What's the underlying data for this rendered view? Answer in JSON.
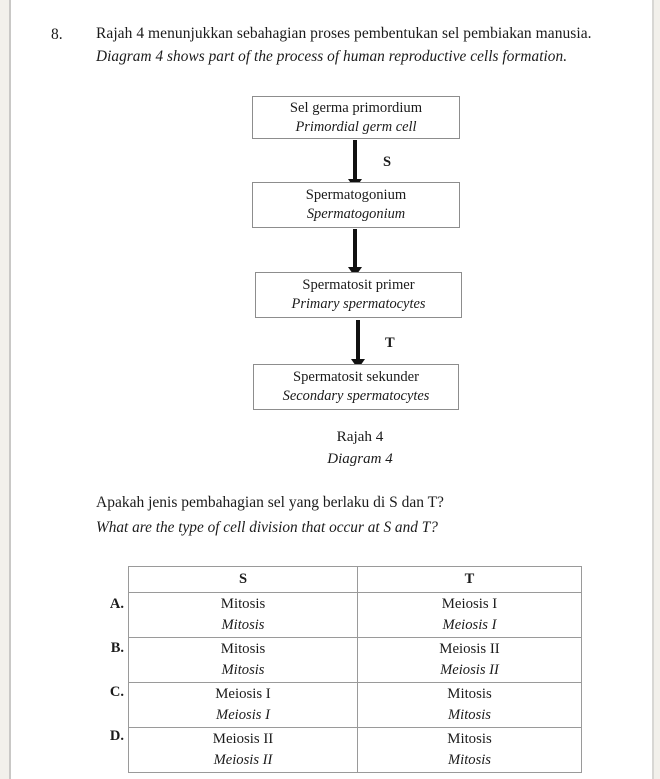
{
  "question": {
    "number": "8.",
    "stem_bm": "Rajah 4 menunjukkan sebahagian proses pembentukan sel pembiakan manusia.",
    "stem_en": "Diagram 4 shows part of the process of human reproductive cells formation."
  },
  "diagram": {
    "boxes": [
      {
        "bm": "Sel germa primordium",
        "en": "Primordial germ cell"
      },
      {
        "bm": "Spermatogonium",
        "en": "Spermatogonium"
      },
      {
        "bm": "Spermatosit primer",
        "en": "Primary spermatocytes"
      },
      {
        "bm": "Spermatosit sekunder",
        "en": "Secondary spermatocytes"
      }
    ],
    "arrow_labels": [
      "S",
      "T"
    ],
    "caption_bm": "Rajah 4",
    "caption_en": "Diagram 4"
  },
  "prompt": {
    "bm": "Apakah jenis pembahagian sel yang berlaku di S dan T?",
    "en": "What are the type of cell division that occur at S and T?"
  },
  "answer_table": {
    "headers": [
      "S",
      "T"
    ],
    "rows": [
      {
        "letter": "A.",
        "s_bm": "Mitosis",
        "s_en": "Mitosis",
        "t_bm": "Meiosis I",
        "t_en": "Meiosis I"
      },
      {
        "letter": "B.",
        "s_bm": "Mitosis",
        "s_en": "Mitosis",
        "t_bm": "Meiosis II",
        "t_en": "Meiosis II"
      },
      {
        "letter": "C.",
        "s_bm": "Meiosis I",
        "s_en": "Meiosis I",
        "t_bm": "Mitosis",
        "t_en": "Mitosis"
      },
      {
        "letter": "D.",
        "s_bm": "Meiosis II",
        "s_en": "Meiosis II",
        "t_bm": "Mitosis",
        "t_en": "Mitosis"
      }
    ]
  },
  "colors": {
    "page_background": "#f2f0eb",
    "sheet": "#ffffff",
    "ink": "#1b1b1b",
    "box_border": "#8d8d8d",
    "arrow": "#111111",
    "table_border": "#9a9a9a"
  }
}
